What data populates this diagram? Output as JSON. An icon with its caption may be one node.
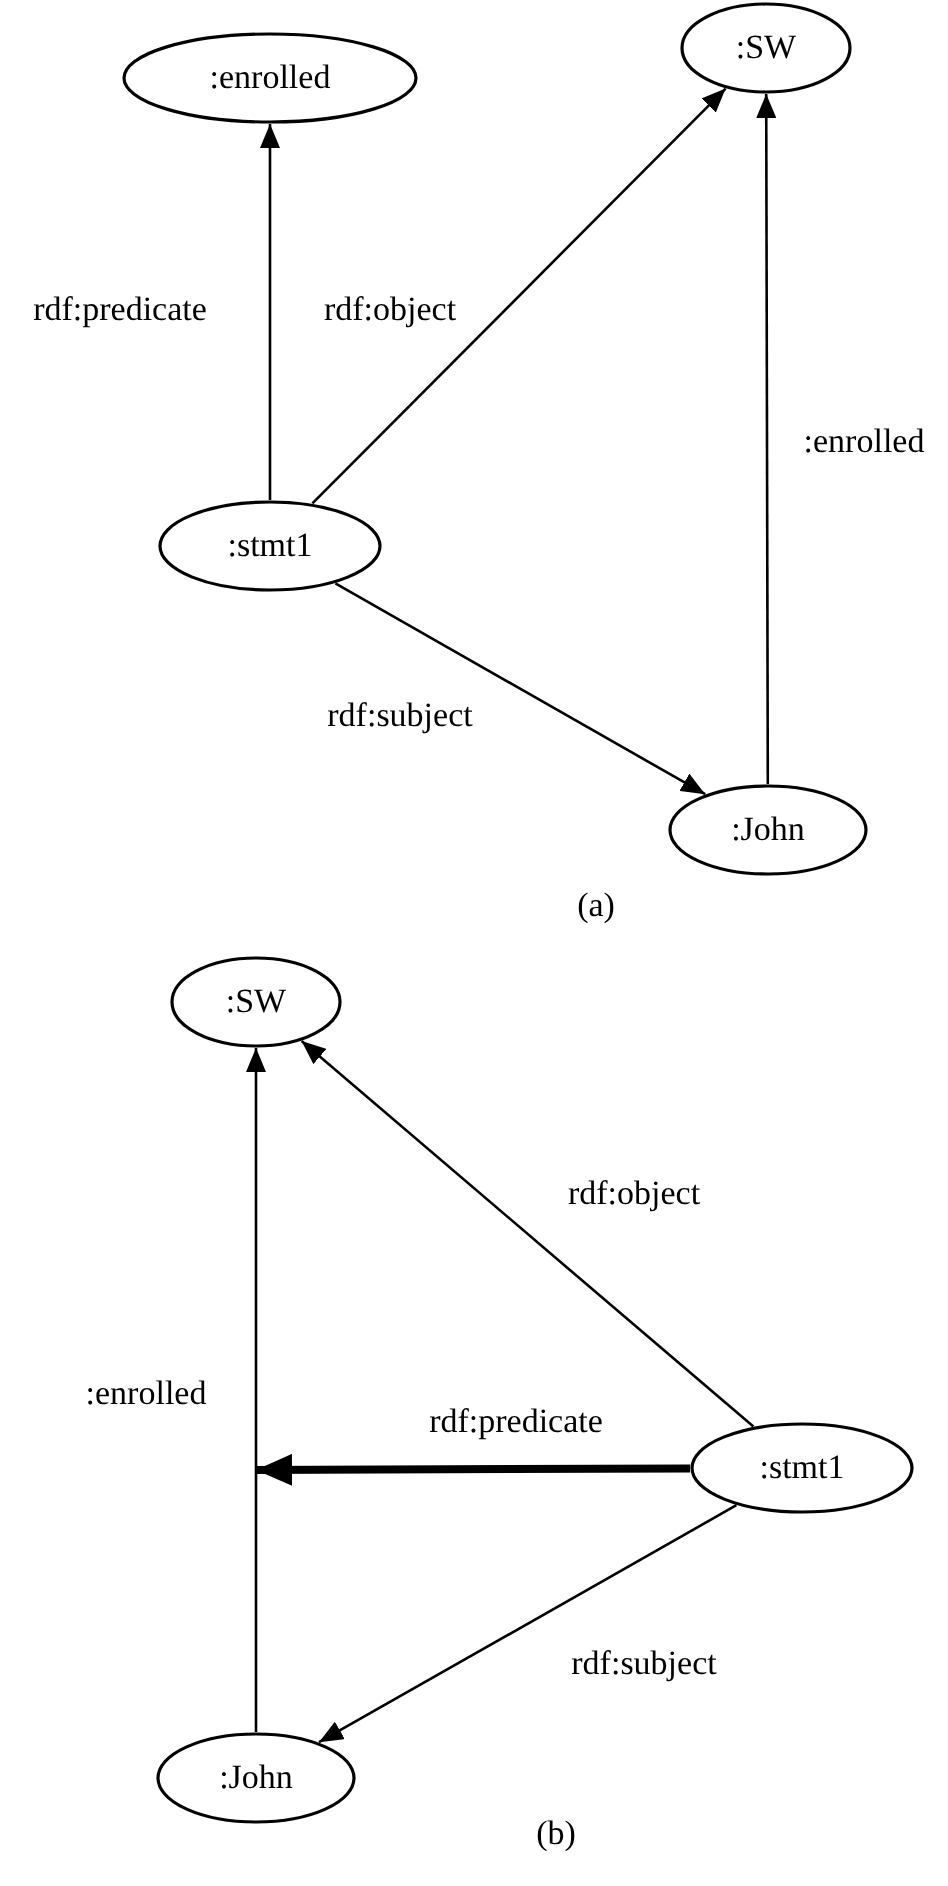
{
  "diagram": {
    "nodes": [
      {
        "text": [
          ":enrolled"
        ]
      },
      {
        "text": [
          ":SW"
        ]
      },
      {
        "text": [
          ":stmt1"
        ]
      },
      {
        "text": [
          ":John"
        ]
      },
      {
        "text": [
          ":SW"
        ]
      },
      {
        "text": [
          ":stmt1"
        ]
      },
      {
        "text": [
          ":John"
        ]
      }
    ],
    "edges": [
      {
        "from": 2,
        "to": 0,
        "arrow": "to",
        "label": "rdf:predicate"
      },
      {
        "from": 2,
        "to": 1,
        "arrow": "to",
        "label": "rdf:object"
      },
      {
        "from": 3,
        "to": 1,
        "arrow": "to",
        "label": ":enrolled"
      },
      {
        "from": 2,
        "to": 3,
        "arrow": "to",
        "label": "rdf:subject"
      },
      {
        "from": 5,
        "to": 4,
        "arrow": "to",
        "label": "rdf:object"
      },
      {
        "from": 6,
        "to": 4,
        "arrow": "to",
        "label": ":enrolled"
      },
      {
        "from": 5,
        "to": null,
        "arrow": "to",
        "label": "rdf:predicate",
        "style": "thick"
      },
      {
        "from": 5,
        "to": 6,
        "arrow": "to",
        "label": "rdf:subject"
      }
    ],
    "labels": [
      "(a)",
      "(b)"
    ]
  }
}
